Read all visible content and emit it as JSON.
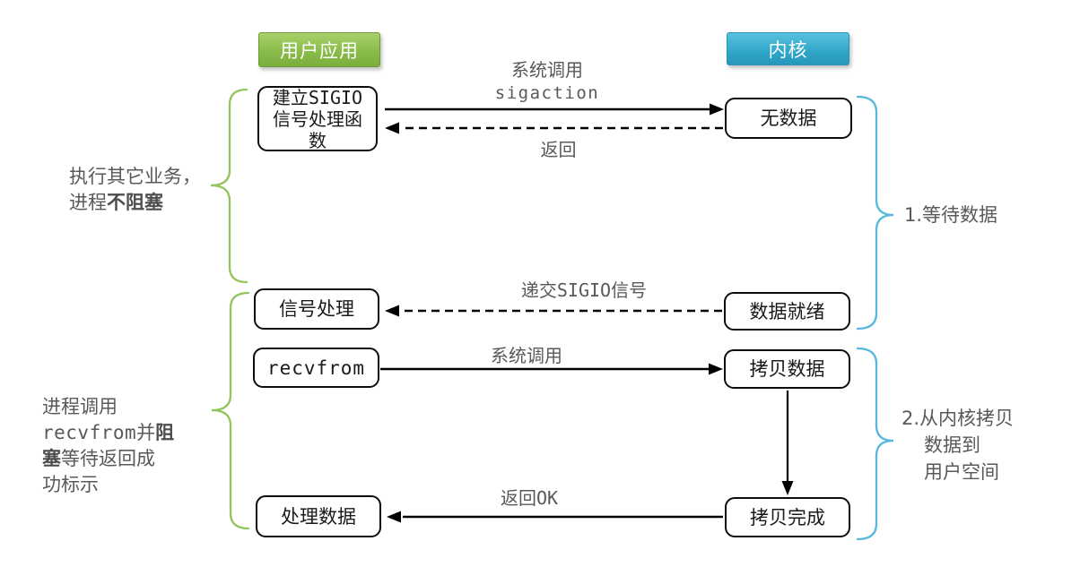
{
  "headers": {
    "user_app": "用户应用",
    "kernel": "内核"
  },
  "user_column": {
    "setup_box": {
      "l1a": "建立",
      "l1b": "SIGIO",
      "l2": "信号处理函",
      "l3": "数"
    },
    "signal_box": "信号处理",
    "recvfrom_box": "recvfrom",
    "process_box": "处理数据"
  },
  "kernel_column": {
    "no_data_box": "无数据",
    "data_ready_box": "数据就绪",
    "copy_data_box": "拷贝数据",
    "copy_done_box": "拷贝完成"
  },
  "flows": {
    "sigaction_call": {
      "line1": "系统调用",
      "line2": "sigaction"
    },
    "sigaction_return": "返回",
    "deliver_sigio": {
      "pre": "递交",
      "mono": "SIGIO",
      "post": "信号"
    },
    "recvfrom_call": "系统调用",
    "return_ok": {
      "pre": "返回",
      "latin": "OK"
    }
  },
  "annotations": {
    "left_top": {
      "l1": "执行其它业务，",
      "l2a": "进程",
      "l2b": "不阻塞"
    },
    "left_bottom": {
      "l1": "进程调用",
      "l2a": "recvfrom",
      "l2b": "并",
      "l2c": "阻",
      "l3a": "塞",
      "l3b": "等待返回成",
      "l4": "功标示"
    },
    "right_top": "1.等待数据",
    "right_bottom": {
      "l1": "2.从内核拷贝",
      "l2": "数据到",
      "l3": "用户空间"
    }
  },
  "colors": {
    "user_header_bg": "#8abc4b",
    "user_header_border": "#6f9d35",
    "kernel_header_bg": "#2fa6c9",
    "kernel_header_border": "#2b93b5",
    "brace_green": "#94c45c",
    "brace_blue": "#56b8db",
    "annotation_gray": "#595959",
    "arrow_black": "#000000",
    "node_border": "#0d0d0d"
  }
}
